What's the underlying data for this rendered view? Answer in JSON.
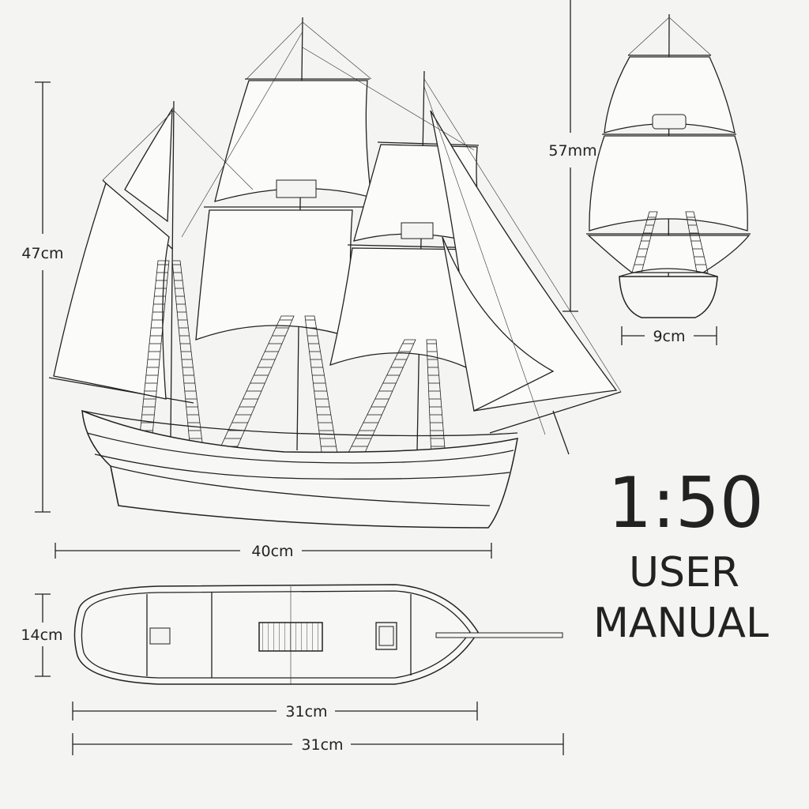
{
  "dimensions": {
    "side_height": "47cm",
    "side_length": "40cm",
    "front_height": "57mm",
    "front_width": "9cm",
    "top_width": "14cm",
    "top_hull_length": "31cm",
    "top_overall_length": "31cm"
  },
  "title": {
    "scale": "1:50",
    "line1": "USER",
    "line2": "MANUAL"
  }
}
